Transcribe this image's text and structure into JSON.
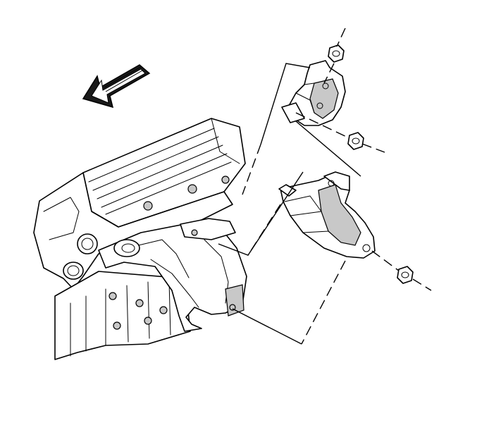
{
  "diagram": {
    "type": "exploded-assembly-illustration",
    "parts": [
      {
        "id": "upper-heat-shield",
        "icon": "heat-shield-icon"
      },
      {
        "id": "lower-heat-shield",
        "icon": "heat-shield-icon"
      },
      {
        "id": "exhaust-manifold",
        "icon": "manifold-icon"
      },
      {
        "id": "engine-block",
        "icon": "engine-icon"
      },
      {
        "id": "nut",
        "icon": "hex-nut-icon",
        "count": 3
      }
    ],
    "direction_arrow": {
      "icon": "arrow-icon",
      "meaning": "engine-front"
    },
    "colors": {
      "line": "#000000",
      "shade": "#c8c8c8",
      "background": "#ffffff"
    }
  }
}
